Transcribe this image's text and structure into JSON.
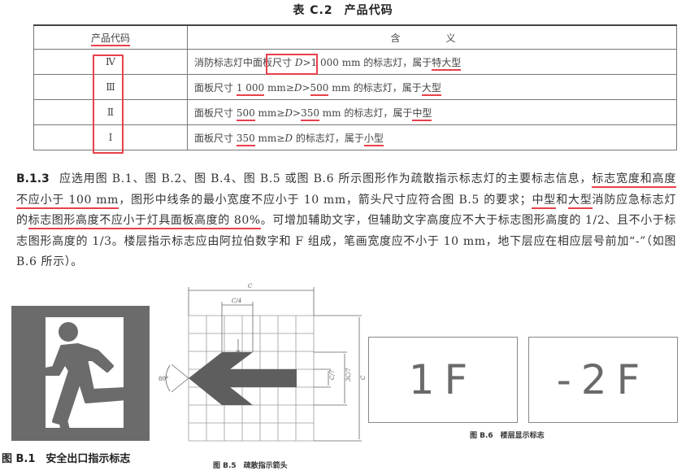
{
  "table": {
    "title_prefix": "表 C.2",
    "title_main": "产品代码",
    "headers": [
      "产品代码",
      "含　义"
    ],
    "rows": [
      {
        "code": "Ⅳ",
        "pre": "消防标志灯中",
        "term": "面板尺寸",
        "mid1": " ",
        "d": "D",
        "mid2": ">1 000 mm 的标志灯，属于",
        "cls": "特大型"
      },
      {
        "code": "Ⅲ",
        "pre": "面板尺寸 ",
        "v1": "1 000",
        "mid1": " mm≥",
        "d": "D",
        "gt": ">",
        "v2": "500",
        "mid2": " mm 的标志灯，属于",
        "cls": "大型"
      },
      {
        "code": "Ⅱ",
        "pre": "面板尺寸 ",
        "v1": "500",
        "mid1": " mm≥",
        "d": "D",
        "gt": ">",
        "v2": "350",
        "mid2": " mm 的标志灯，属于",
        "cls": "中型"
      },
      {
        "code": "Ⅰ",
        "pre": "面板尺寸 ",
        "v1": "350",
        "mid1": " mm≥",
        "d": "D",
        "mid2": " 的标志灯，属于",
        "cls": "小型"
      }
    ]
  },
  "paragraph": {
    "section": "B.1.3",
    "p1": "应选用图 B.1、图 B.2、图 B.4、图 B.5 或图 B.6 所示图形作为疏散指示标志灯的主要标志信息，",
    "u1": "标志宽度和高度不应小于 100 mm",
    "p2": "，图形中线条的最小宽度不应小于 10 mm，箭头尺寸应符合图 B.5 的要求；",
    "u2": "中型",
    "p3": "和",
    "u3": "大型",
    "p4": "消防应急标志灯的",
    "u4": "标志图形高度",
    "u5": "不应小于灯具面板高度的 80%",
    "p5": "。可增加辅助文字，但辅助文字高度应不大于标志图形高度的 1/2、且不小于标志图形高度的 1/3。楼层指示标志应由阿拉伯数字和 F 组成，笔画宽度应不小于 10 mm，地下层应在相应层号前加“-”（如图 B.6 所示）。"
  },
  "figures": {
    "b1": {
      "caption": "图 B.1　安全出口指示标志",
      "icon": "exit-running-man-icon"
    },
    "b5": {
      "caption": "图 B.5　疏散指示箭头",
      "labels": {
        "width": "C",
        "quarter": "C/4",
        "angle": "80°",
        "seventh": "C/7",
        "three_seventh": "3C/7",
        "height": "C"
      }
    },
    "b6": {
      "caption": "图 B.6　楼层显示标志",
      "floors": [
        "1F",
        "-2F"
      ]
    }
  },
  "colors": {
    "annotation_red": "#e8404a",
    "sign_gray": "#6b6b6b"
  }
}
